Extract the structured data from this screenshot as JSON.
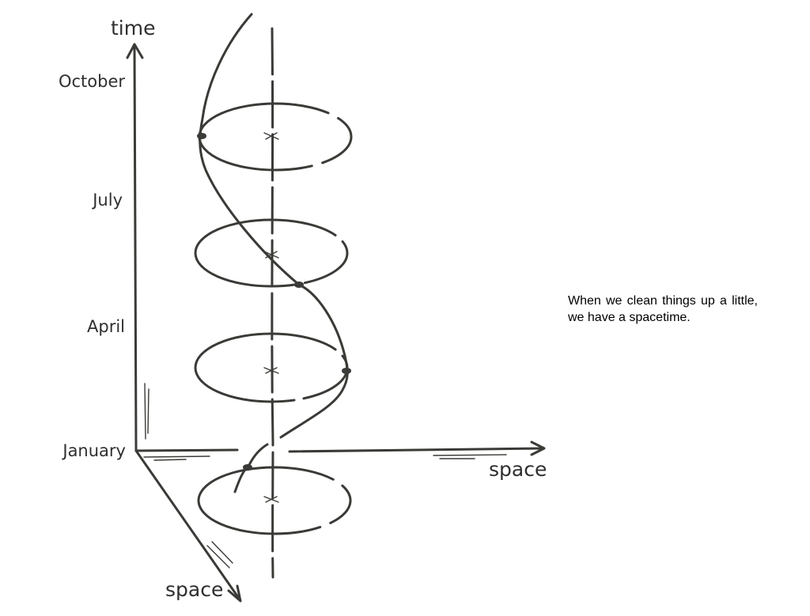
{
  "axes": {
    "time_label": "time",
    "space_horizontal_label": "space",
    "space_diagonal_label": "space"
  },
  "months": [
    "October",
    "July",
    "April",
    "January"
  ],
  "caption": "When we clean things up a little, we have a spacetime.",
  "colors": {
    "ink": "#3a3a37",
    "caption_text": "#000000",
    "background": "#ffffff"
  }
}
